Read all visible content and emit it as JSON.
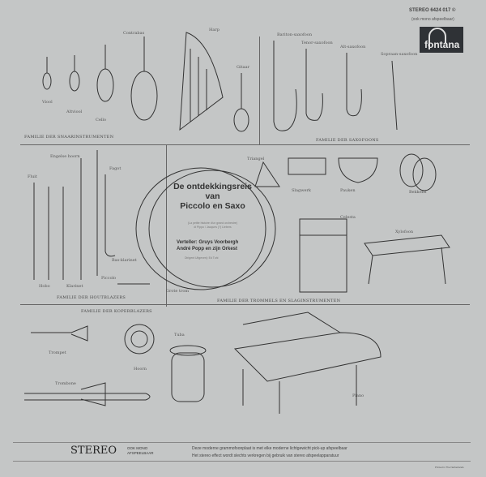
{
  "catalog": {
    "line1": "STEREO 6424 017 ©",
    "line2": "(ook mono afspeelbaar)"
  },
  "logo": {
    "text": "fontana",
    "bg": "#2f3236"
  },
  "title": {
    "line1": "De ontdekkingsreis",
    "line2": "van",
    "line3": "Piccolo en Saxo"
  },
  "subtitle": {
    "line1": "(La petite histoire d'un grand orchestre)",
    "line2": "di Pippo / Jacques (?) Liebers"
  },
  "credits": {
    "line1": "Verteller: Gruys Voorbergh",
    "line2": "André Popp en zijn Orkest"
  },
  "credits_small": "Dirigent Uitgeverij: Ed Tuhi",
  "strings": {
    "family": "FAMILIE DER SNAARINSTRUMENTEN",
    "items": [
      "Viool",
      "Altviool",
      "Cello",
      "Contrabas",
      "Harp",
      "Gitaar"
    ]
  },
  "saxes": {
    "family": "FAMILIE DER SAXOFOONS",
    "items": [
      "Bariton-saxofoon",
      "Tenor-saxofoon",
      "Alt-saxofoon",
      "Sopraan-saxofoon"
    ]
  },
  "woodwinds": {
    "family": "FAMILIE DER HOUTBLAZERS",
    "items": [
      "Fluit",
      "Engelse hoorn",
      "Fagot",
      "Bas-klarinet",
      "Hobo",
      "Klarinet",
      "Piccolo"
    ]
  },
  "percussion": {
    "family": "FAMILIE DER TROMMELS EN SLAGINSTRUMENTEN",
    "items": [
      "Triangel",
      "Slagwerk",
      "Pauken",
      "Bekkens",
      "Celesta",
      "Xylofoon",
      "Grote trom"
    ]
  },
  "brass": {
    "family": "FAMILIE DER KOPERBLAZERS",
    "items": [
      "Trompet",
      "Hoorn",
      "Tuba",
      "Trombone"
    ]
  },
  "piano": "Piano",
  "footer": {
    "stereo": "STEREO",
    "mono1": "OOK MONO",
    "mono2": "AFSPEELBAAR",
    "text1": "Deze moderne grammofoonplaat is met elke moderne lichtgewicht pick-up afspeelbaar",
    "text2": "Het stereo effect wordt slechts verkregen bij gebruik van stereo afspeelapparatuur",
    "printed": "Printed in The Netherlands"
  }
}
